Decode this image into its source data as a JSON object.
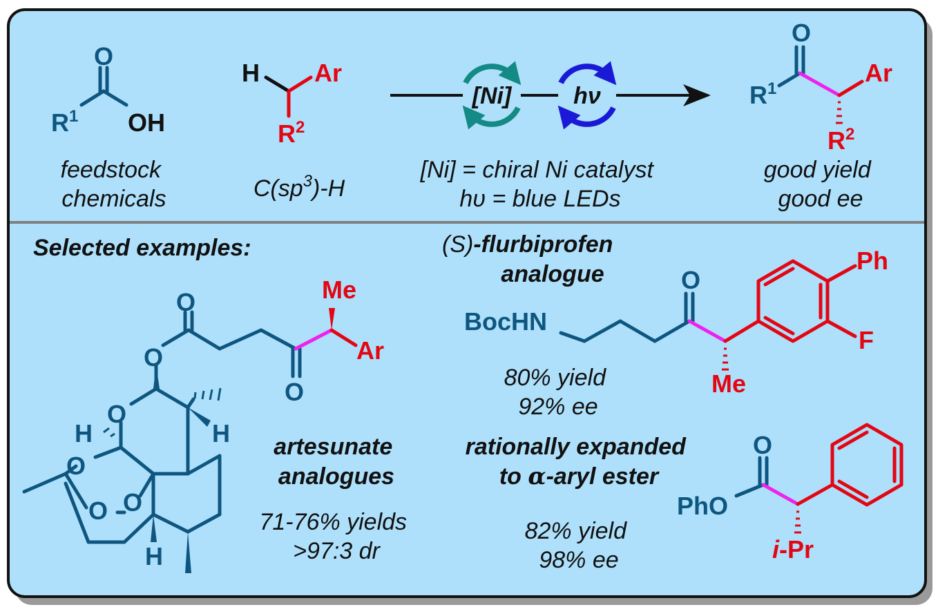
{
  "colors": {
    "panel": "#aee0fb",
    "frame": "#111111",
    "divider": "#808080",
    "blue": "#0e5680",
    "red": "#e30613",
    "magenta": "#ee22ee",
    "teal": "#138a86",
    "navy": "#1a1ad6"
  },
  "atoms": {
    "O": "O",
    "OH": "OH",
    "H": "H",
    "Ar": "Ar",
    "R": "R",
    "one": "1",
    "two": "2",
    "Me": "Me",
    "BocHN": "BocHN",
    "Ph": "Ph",
    "F": "F",
    "PhO": "PhO",
    "i": "i",
    "dashPr": "-Pr"
  },
  "top": {
    "feedstock": [
      "feedstock",
      "chemicals"
    ],
    "csp3": {
      "pre": "C(sp",
      "sup": "3",
      "post": ")-H"
    },
    "ni_label": "[Ni]",
    "hv_label": "hν",
    "conditions": [
      "[Ni] = chiral Ni catalyst",
      "hυ = blue LEDs"
    ],
    "outcome": [
      "good yield",
      "good ee"
    ]
  },
  "examples": {
    "heading": "Selected examples:",
    "flurbiprofen": {
      "prefix": "(S)",
      "line1": "-flurbiprofen",
      "line2": "analogue",
      "yield": "80% yield",
      "ee": "92% ee"
    },
    "artesunate": {
      "line1": "artesunate",
      "line2": "analogues",
      "yield": "71-76% yields",
      "dr": ">97:3 dr"
    },
    "ester": {
      "line1": "rationally expanded",
      "line2_pre": "to ",
      "alpha": "α",
      "line2_post": "-aryl ester",
      "yield": "82% yield",
      "ee": "98% ee"
    }
  }
}
